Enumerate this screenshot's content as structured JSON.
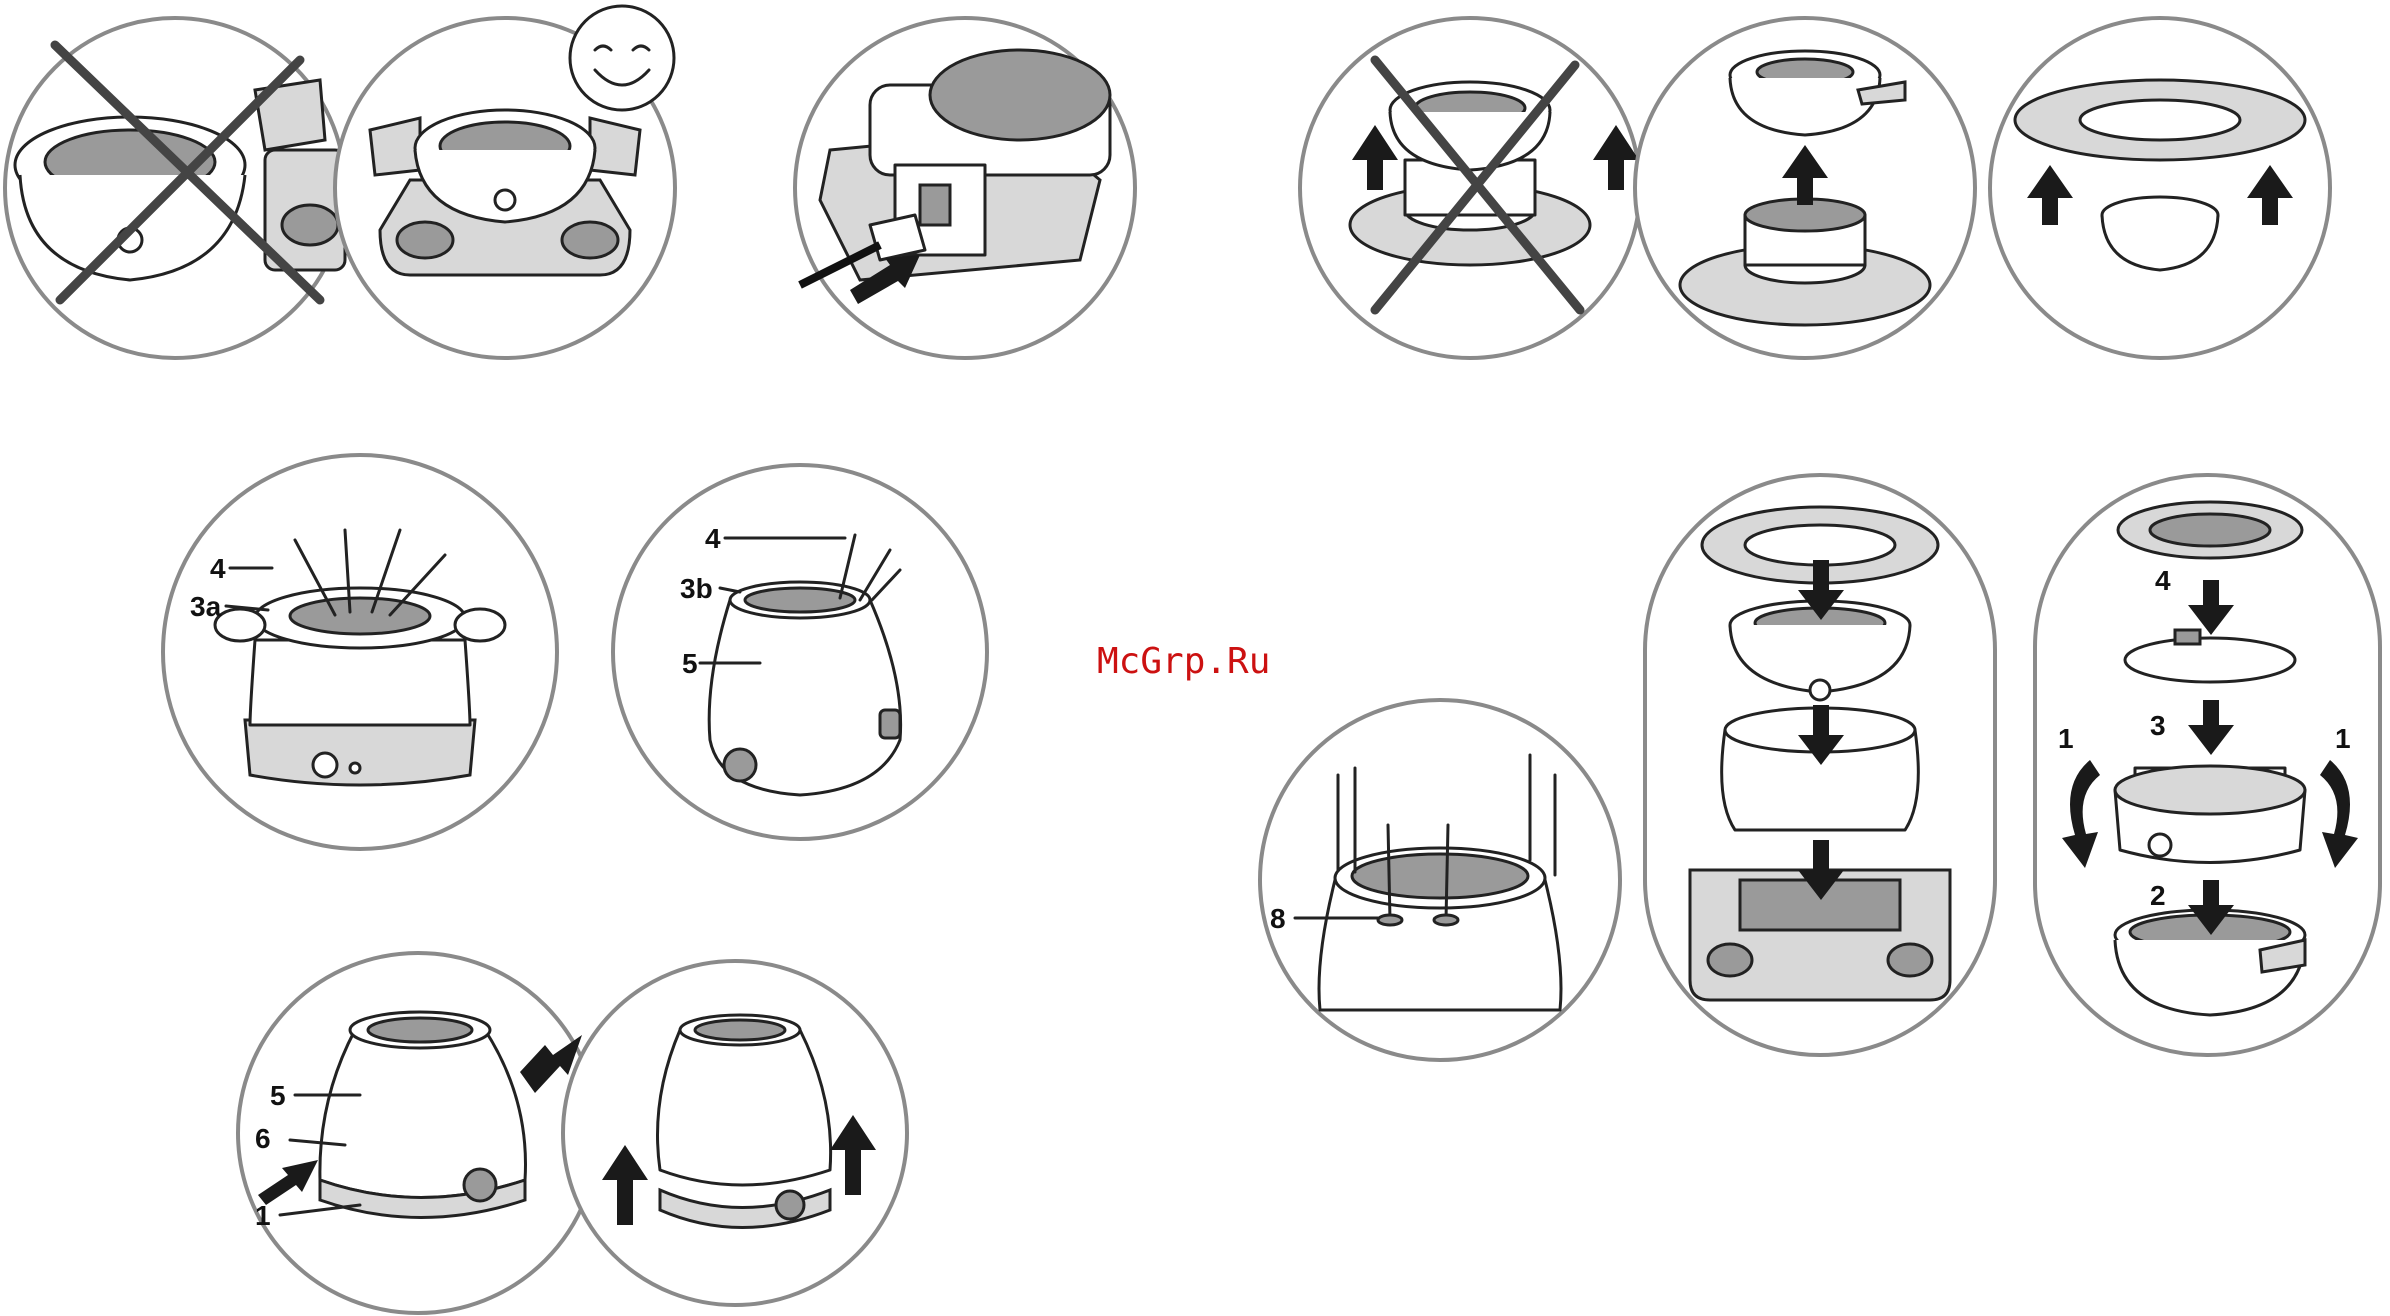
{
  "watermark": "McGrp.Ru",
  "labels": {
    "p7_4": "4",
    "p7_3a": "3a",
    "p8_4": "4",
    "p8_3b": "3b",
    "p8_5": "5",
    "p9_5": "5",
    "p9_6": "6",
    "p9_1": "1",
    "p10_8": "8",
    "p12_4": "4",
    "p12_3": "3",
    "p12_1a": "1",
    "p12_1b": "1",
    "p12_2": "2"
  },
  "colors": {
    "frame": "#8a8a8a",
    "fill_dark": "#9a9a9a",
    "fill_light": "#d8d8d8",
    "watermark": "#cc1111"
  }
}
